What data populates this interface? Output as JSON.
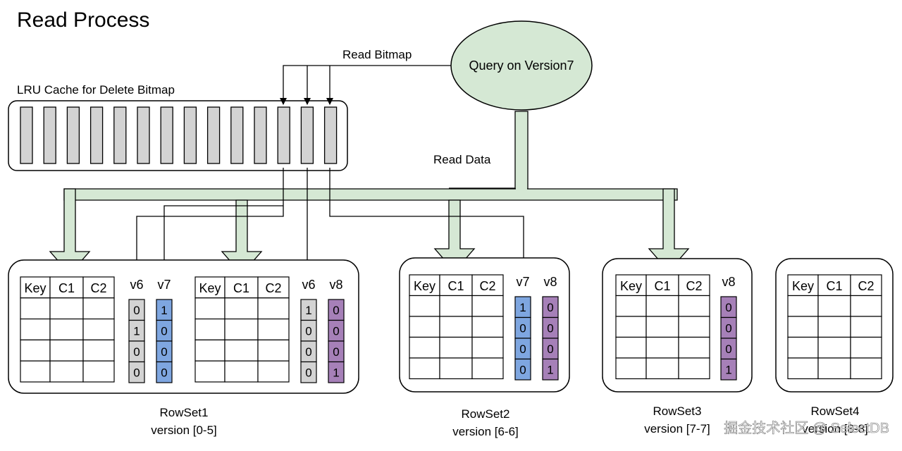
{
  "title": "Read Process",
  "query_label": "Query on Version7",
  "read_bitmap_label": "Read Bitmap",
  "read_data_label": "Read Data",
  "cache_label": "LRU Cache  for Delete Bitmap",
  "table_headers": [
    "Key",
    "C1",
    "C2"
  ],
  "rowsets": [
    {
      "name": "RowSet1",
      "version": "version [0-5]",
      "tables": [
        {
          "bitmaps": [
            {
              "label": "v6",
              "color": "#d3d3d3",
              "values": [
                "0",
                "1",
                "0",
                "0"
              ]
            },
            {
              "label": "v7",
              "color": "#7ea6e0",
              "values": [
                "1",
                "0",
                "0",
                "0"
              ]
            }
          ]
        },
        {
          "bitmaps": [
            {
              "label": "v6",
              "color": "#d3d3d3",
              "values": [
                "1",
                "0",
                "0",
                "0"
              ]
            },
            {
              "label": "v8",
              "color": "#a680b8",
              "values": [
                "0",
                "0",
                "0",
                "1"
              ]
            }
          ]
        }
      ]
    },
    {
      "name": "RowSet2",
      "version": "version [6-6]",
      "tables": [
        {
          "bitmaps": [
            {
              "label": "v7",
              "color": "#7ea6e0",
              "values": [
                "1",
                "0",
                "0",
                "0"
              ]
            },
            {
              "label": "v8",
              "color": "#a680b8",
              "values": [
                "0",
                "0",
                "0",
                "1"
              ]
            }
          ]
        }
      ]
    },
    {
      "name": "RowSet3",
      "version": "version [7-7]",
      "tables": [
        {
          "bitmaps": [
            {
              "label": "v8",
              "color": "#a680b8",
              "values": [
                "0",
                "0",
                "0",
                "1"
              ]
            }
          ]
        }
      ]
    },
    {
      "name": "RowSet4",
      "version": "version [8-8]",
      "tables": [
        {
          "bitmaps": []
        }
      ]
    }
  ],
  "watermark": "掘金技术社区 @ SelectDB",
  "colors": {
    "query_fill": "#d5e8d4",
    "arrow_fill": "#d5e8d4",
    "cache_slot": "#d3d3d3",
    "v6": "#d3d3d3",
    "v7": "#7ea6e0",
    "v8": "#a680b8"
  }
}
